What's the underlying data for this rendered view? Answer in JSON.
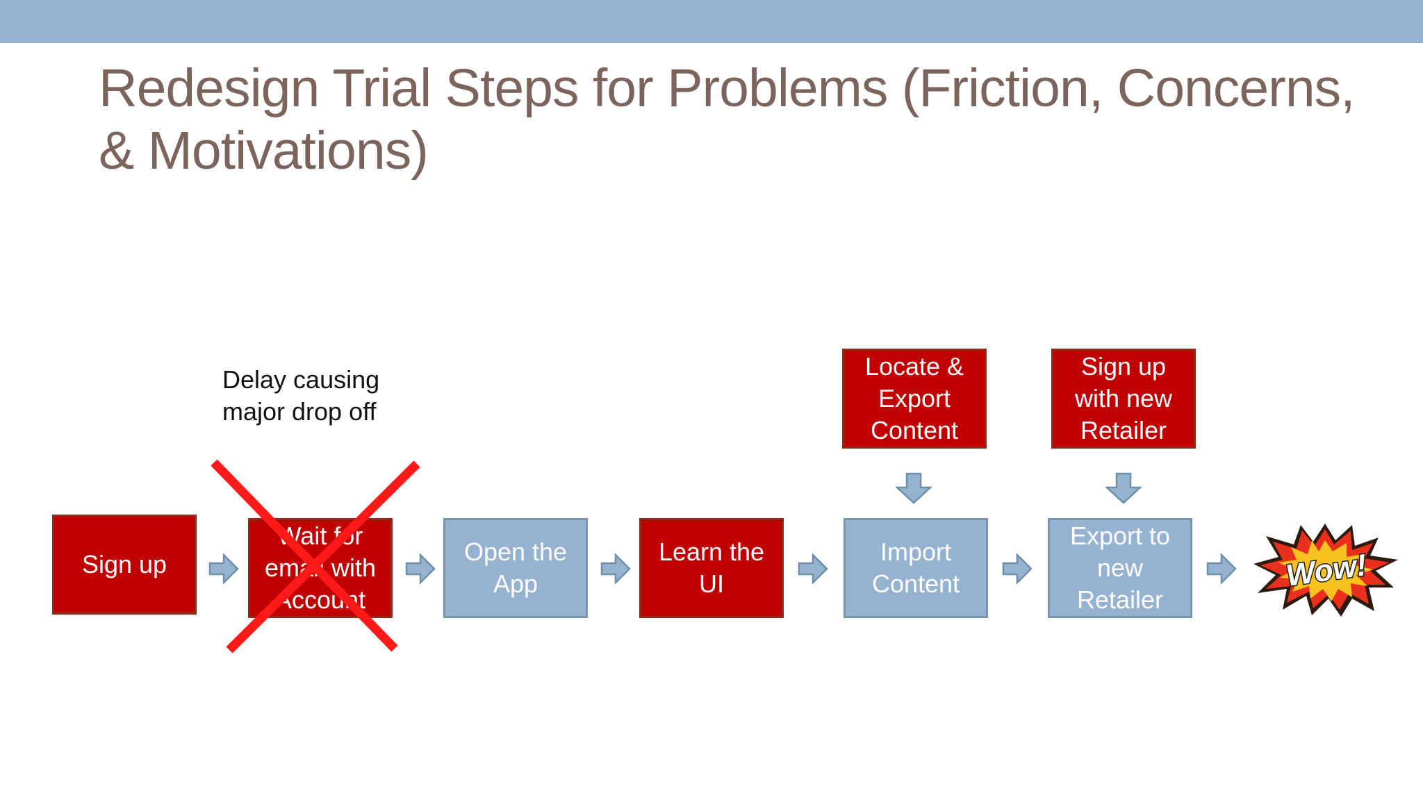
{
  "slide": {
    "title": "Redesign Trial Steps for Problems (Friction, Concerns, & Motivations)",
    "colors": {
      "top_band": "#95b3d0",
      "title_text": "#7a645b",
      "step_red": "#c00000",
      "step_blue": "#95b3d0",
      "arrow_fill": "#95b3d0",
      "arrow_stroke": "#6f8eaa",
      "cross": "#ff1a1a"
    }
  },
  "steps": [
    {
      "label": "Sign up",
      "style": "red"
    },
    {
      "label": "Wait for email with Account",
      "style": "red",
      "crossed_out": true
    },
    {
      "label": "Open the App",
      "style": "blue"
    },
    {
      "label": "Learn the UI",
      "style": "red"
    },
    {
      "label": "Import Content",
      "style": "blue"
    },
    {
      "label": "Export to new Retailer",
      "style": "blue"
    }
  ],
  "prerequisites": [
    {
      "label": "Locate & Export Content",
      "style": "red",
      "feeds_step": "Import Content"
    },
    {
      "label": "Sign up with new Retailer",
      "style": "red",
      "feeds_step": "Export to new Retailer"
    }
  ],
  "callout": {
    "text": "Delay causing\nmajor drop off"
  },
  "end_burst": {
    "text": "Wow!",
    "icon": "comic-explosion-icon"
  }
}
